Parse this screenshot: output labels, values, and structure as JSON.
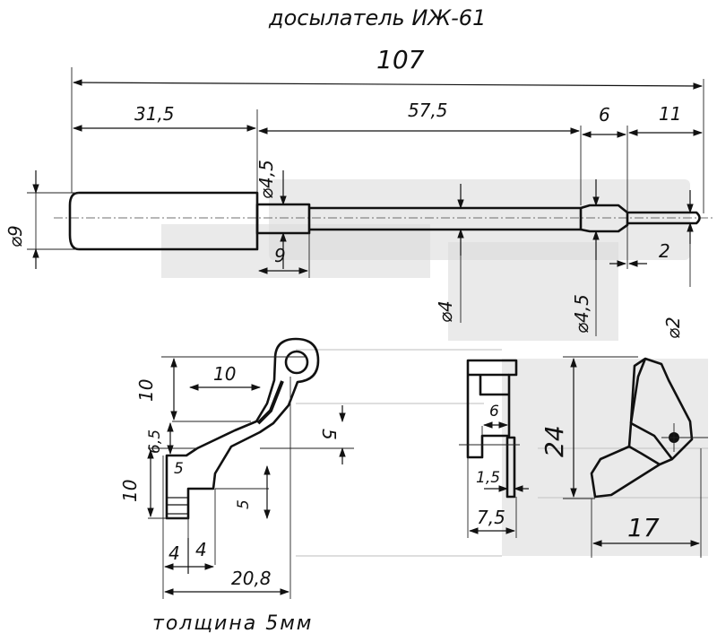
{
  "title": "досылатель ИЖ-61",
  "note": "толщина 5мм",
  "side_view": {
    "total_length": "107",
    "handle_length": "31,5",
    "rod_length": "57,5",
    "tip_step": "6",
    "tip_length": "11",
    "handle_diameter": "⌀9",
    "collar_diameter": "⌀4,5",
    "collar_length": "9",
    "rod_diameter": "⌀4",
    "tip_collar_diameter": "⌀4,5",
    "tip_pin_length": "2",
    "tip_pin_diameter": "⌀2"
  },
  "lever_view": {
    "top_height": "10",
    "arm_width": "10",
    "step_height": "6,5",
    "notch": "5",
    "bottom_height": "10",
    "inner_height": "5",
    "left_width_a": "4",
    "left_width_b": "4",
    "total_width": "20,8",
    "label_s": "5"
  },
  "section_view": {
    "inner_width": "6",
    "plate_thickness": "1,5",
    "total_width": "7,5"
  },
  "end_view": {
    "height": "24",
    "width": "17"
  }
}
